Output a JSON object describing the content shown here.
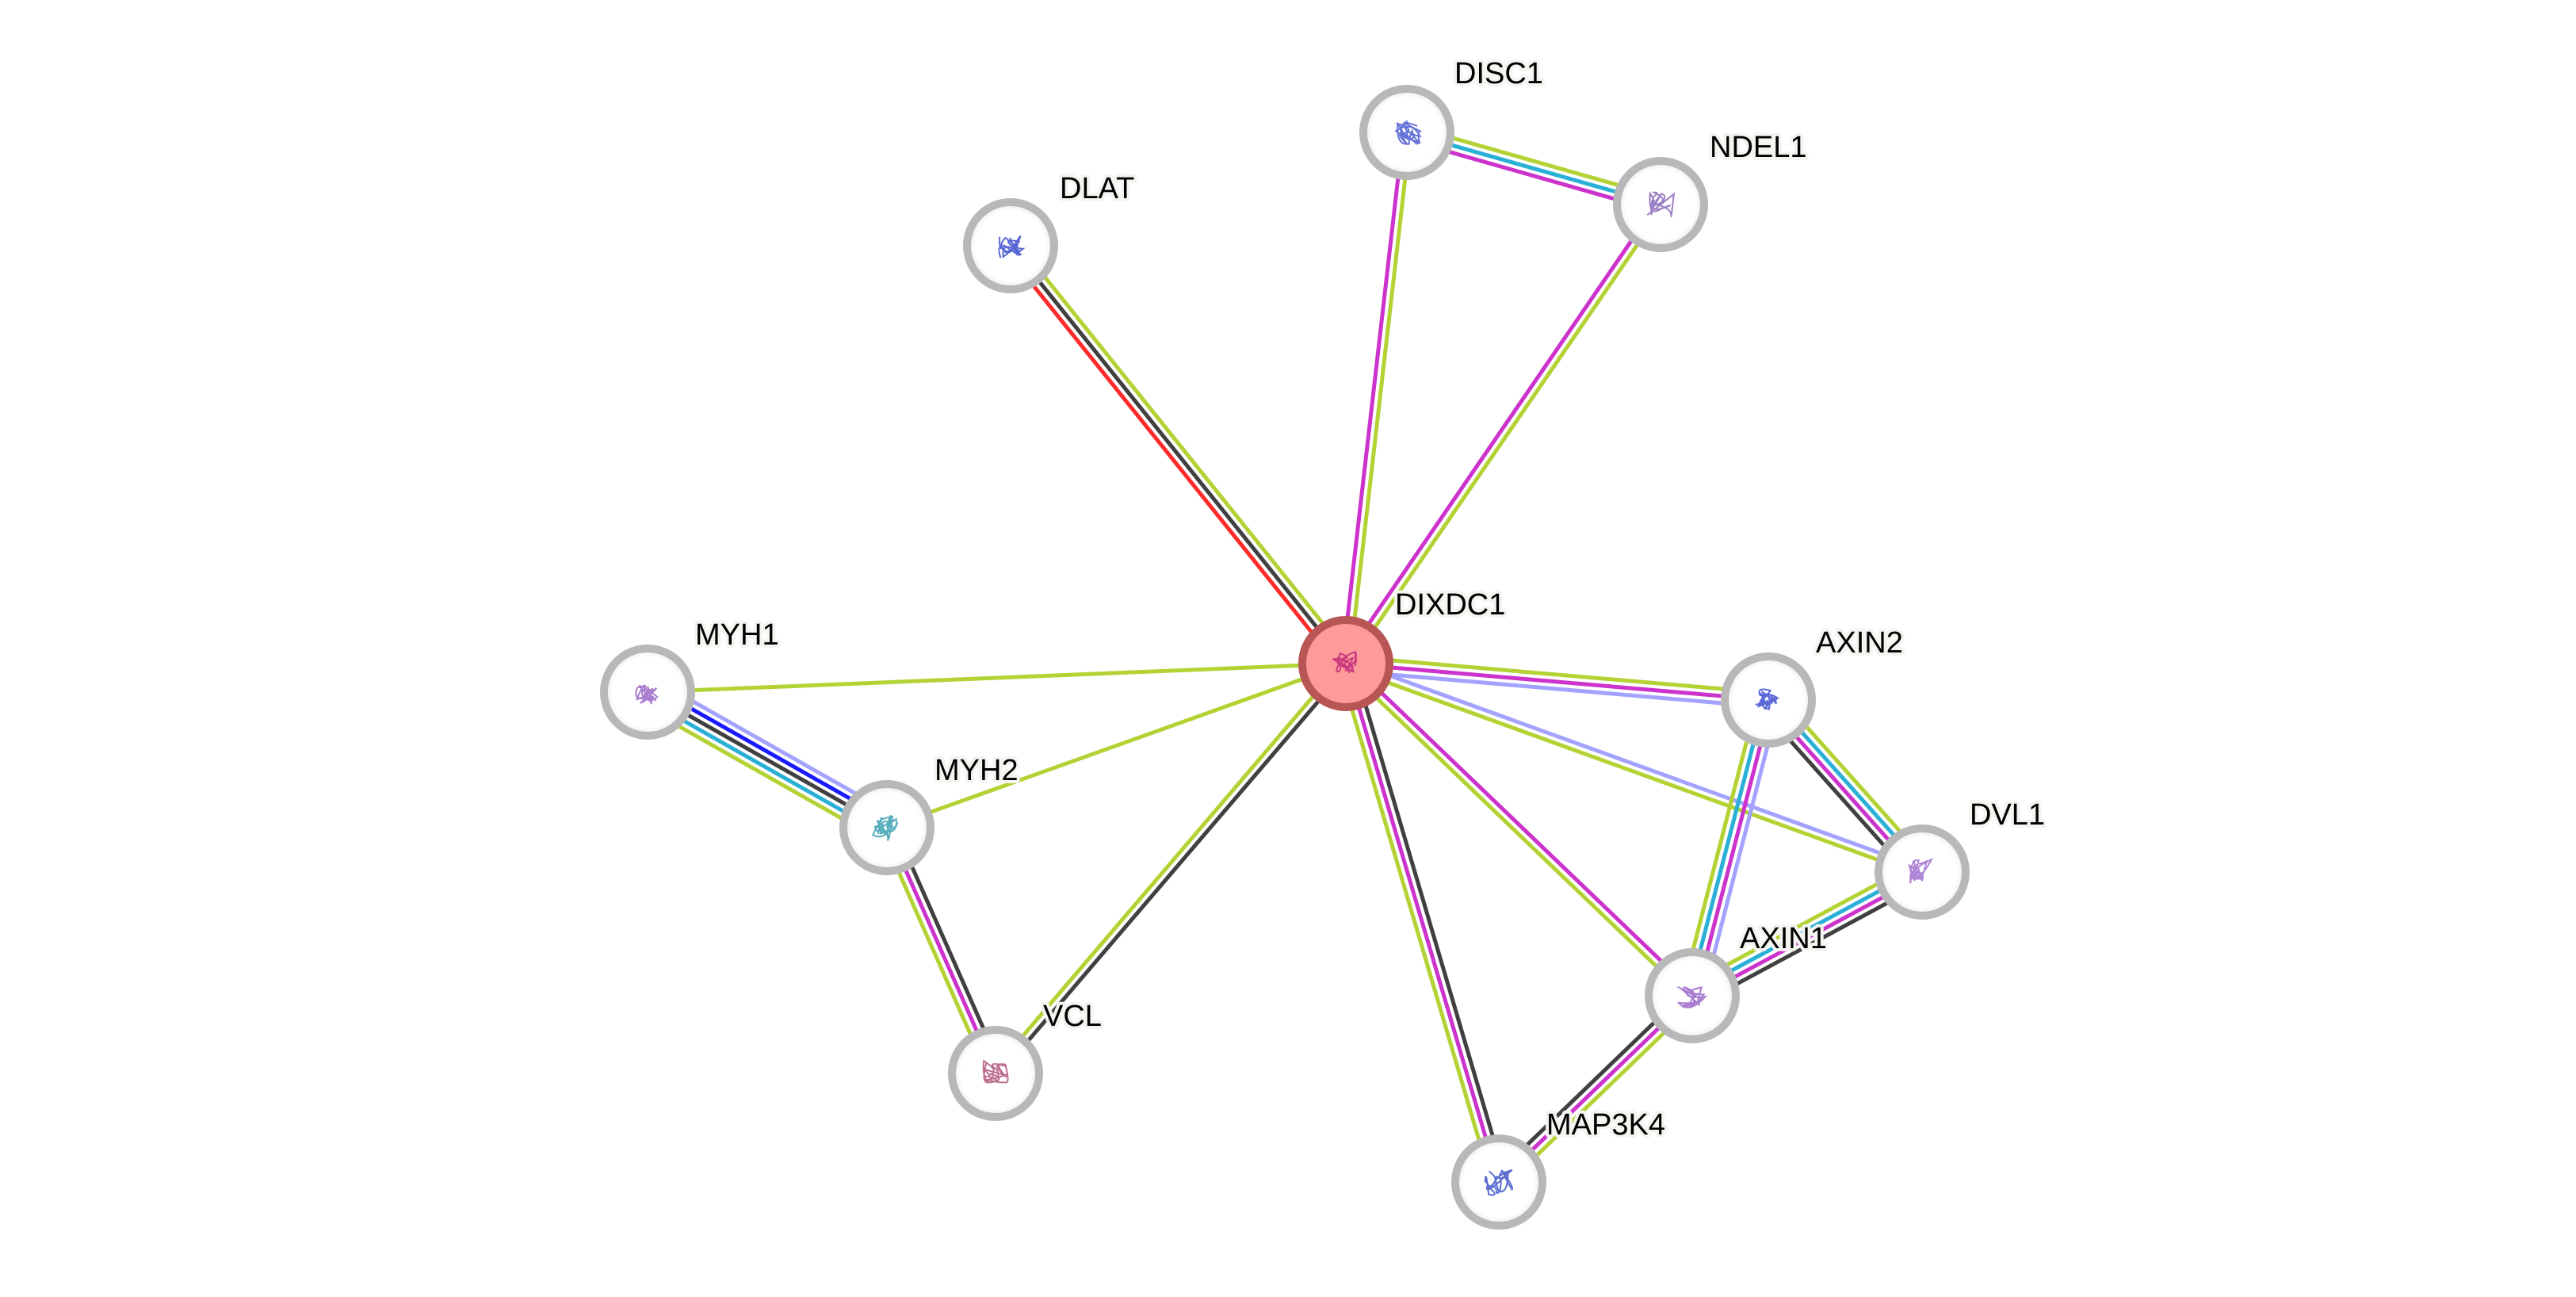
{
  "network": {
    "query_protein": "DIXDC1",
    "colors": {
      "node_ring": "#b8b8b8",
      "query_fill": "#ff9a9a",
      "query_ring": "#b85555",
      "experiments": "#cc33cc",
      "databases": "#2ab0d6",
      "textmining": "#b3d334",
      "coexpression": "#404040",
      "gene_fusion": "#ff2a2a",
      "homology": "#a3a3ff",
      "cooccurrence": "#1a1aff"
    },
    "nodes": [
      {
        "id": "DIXDC1",
        "label": "DIXDC1",
        "query": true,
        "icon": "protein-structure-icon"
      },
      {
        "id": "DISC1",
        "label": "DISC1",
        "query": false,
        "icon": "protein-structure-icon"
      },
      {
        "id": "NDEL1",
        "label": "NDEL1",
        "query": false,
        "icon": "protein-structure-icon"
      },
      {
        "id": "DLAT",
        "label": "DLAT",
        "query": false,
        "icon": "protein-structure-icon"
      },
      {
        "id": "MYH1",
        "label": "MYH1",
        "query": false,
        "icon": "protein-structure-icon"
      },
      {
        "id": "MYH2",
        "label": "MYH2",
        "query": false,
        "icon": "protein-structure-icon"
      },
      {
        "id": "VCL",
        "label": "VCL",
        "query": false,
        "icon": "protein-structure-icon"
      },
      {
        "id": "AXIN2",
        "label": "AXIN2",
        "query": false,
        "icon": "protein-structure-icon"
      },
      {
        "id": "DVL1",
        "label": "DVL1",
        "query": false,
        "icon": "protein-structure-icon"
      },
      {
        "id": "AXIN1",
        "label": "AXIN1",
        "query": false,
        "icon": "protein-structure-icon"
      },
      {
        "id": "MAP3K4",
        "label": "MAP3K4",
        "query": false,
        "icon": "protein-structure-icon"
      }
    ],
    "edges": [
      {
        "source": "DIXDC1",
        "target": "DLAT",
        "evidence": [
          "gene_fusion",
          "coexpression",
          "textmining"
        ]
      },
      {
        "source": "DIXDC1",
        "target": "DISC1",
        "evidence": [
          "experiments",
          "textmining"
        ]
      },
      {
        "source": "DIXDC1",
        "target": "NDEL1",
        "evidence": [
          "experiments",
          "textmining"
        ]
      },
      {
        "source": "DISC1",
        "target": "NDEL1",
        "evidence": [
          "textmining",
          "databases",
          "experiments"
        ]
      },
      {
        "source": "DIXDC1",
        "target": "MYH1",
        "evidence": [
          "textmining"
        ]
      },
      {
        "source": "DIXDC1",
        "target": "MYH2",
        "evidence": [
          "textmining"
        ]
      },
      {
        "source": "DIXDC1",
        "target": "VCL",
        "evidence": [
          "coexpression",
          "textmining"
        ]
      },
      {
        "source": "MYH1",
        "target": "MYH2",
        "evidence": [
          "homology",
          "cooccurrence",
          "coexpression",
          "databases",
          "textmining"
        ]
      },
      {
        "source": "MYH2",
        "target": "VCL",
        "evidence": [
          "coexpression",
          "experiments",
          "textmining"
        ]
      },
      {
        "source": "DIXDC1",
        "target": "AXIN2",
        "evidence": [
          "textmining",
          "experiments",
          "homology"
        ]
      },
      {
        "source": "DIXDC1",
        "target": "DVL1",
        "evidence": [
          "homology",
          "textmining"
        ]
      },
      {
        "source": "DIXDC1",
        "target": "AXIN1",
        "evidence": [
          "experiments",
          "textmining"
        ]
      },
      {
        "source": "DIXDC1",
        "target": "MAP3K4",
        "evidence": [
          "coexpression",
          "experiments",
          "textmining"
        ]
      },
      {
        "source": "AXIN2",
        "target": "DVL1",
        "evidence": [
          "textmining",
          "databases",
          "experiments",
          "coexpression"
        ]
      },
      {
        "source": "AXIN2",
        "target": "AXIN1",
        "evidence": [
          "homology",
          "experiments",
          "databases",
          "textmining"
        ]
      },
      {
        "source": "DVL1",
        "target": "AXIN1",
        "evidence": [
          "coexpression",
          "experiments",
          "databases",
          "textmining"
        ]
      },
      {
        "source": "AXIN1",
        "target": "MAP3K4",
        "evidence": [
          "textmining",
          "experiments",
          "coexpression"
        ]
      }
    ]
  }
}
